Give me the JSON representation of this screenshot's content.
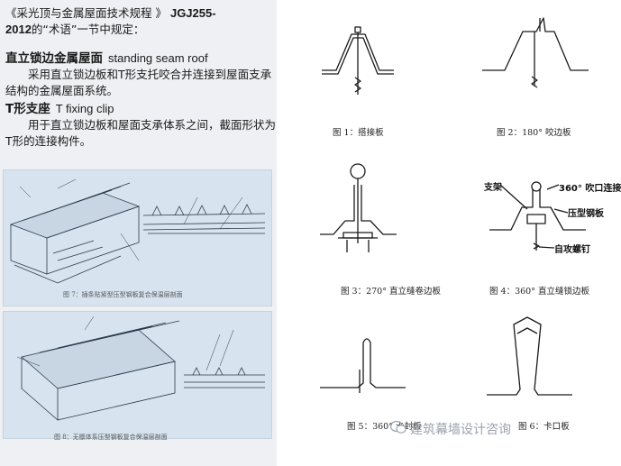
{
  "text": {
    "intro_1": "《采光顶与金属屋面技术规程 》",
    "intro_code_1": "JGJ255-",
    "intro_code_2": "2012",
    "intro_2": "的“术语”一节中规定：",
    "term1_cn": "直立锁边金属屋面",
    "term1_en": "standing seam roof",
    "term1_def": "采用直立锁边板和T形支托咬合并连接到屋面支承结构的金属屋面系统。",
    "term2_cn": "T形支座",
    "term2_en": "T fixing clip",
    "term2_def": "用于直立锁边板和屋面支承体系之间，截面形状为T形的连接构件。"
  },
  "photos": {
    "caption_1": "图 7：插条贴紧型压型钢板复合保温层剖面",
    "caption_2": "图 8：无檩体系压型钢板复合保温层剖面"
  },
  "figures": [
    {
      "id": "fig1",
      "caption": "图 1：搭接板"
    },
    {
      "id": "fig2",
      "caption": "图 2：180° 咬边板"
    },
    {
      "id": "fig3",
      "caption": "图 3：270° 直立缝卷边板"
    },
    {
      "id": "fig4",
      "caption": "图 4：360° 直立缝锁边板"
    },
    {
      "id": "fig5",
      "caption": "图 5：360° 卡封板"
    },
    {
      "id": "fig6",
      "caption": "图 6：卡口板"
    }
  ],
  "fig4_labels": {
    "bracket": "支架",
    "seam": "360° 吹口连接",
    "sheet": "压型钢板",
    "screw": "自攻螺钉"
  },
  "watermark": "建筑幕墙设计咨询"
}
